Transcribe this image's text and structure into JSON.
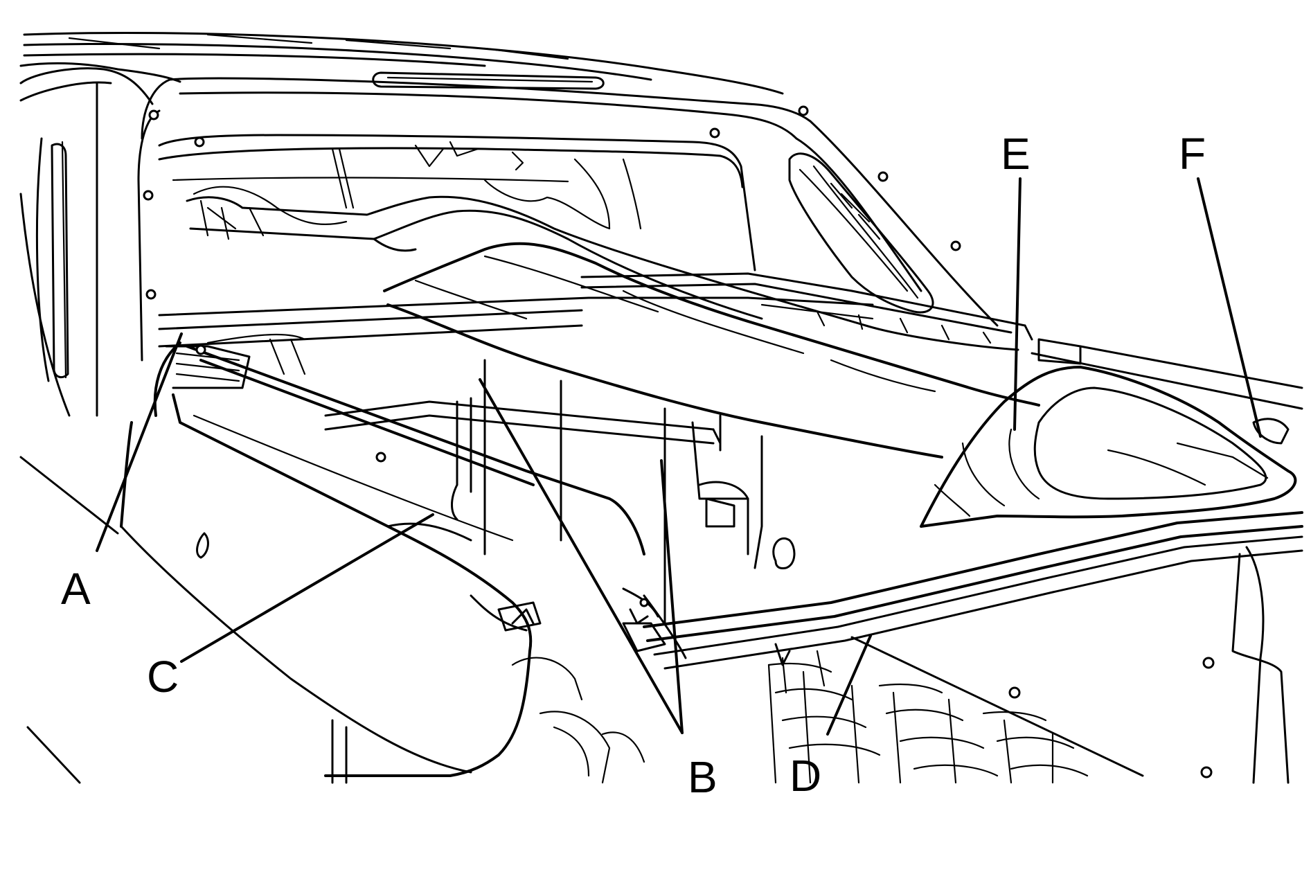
{
  "labels": {
    "a": "A",
    "b": "B",
    "c": "C",
    "d": "D",
    "e": "E",
    "f": "F"
  },
  "colors": {
    "line": "#000000",
    "background": "#ffffff"
  }
}
